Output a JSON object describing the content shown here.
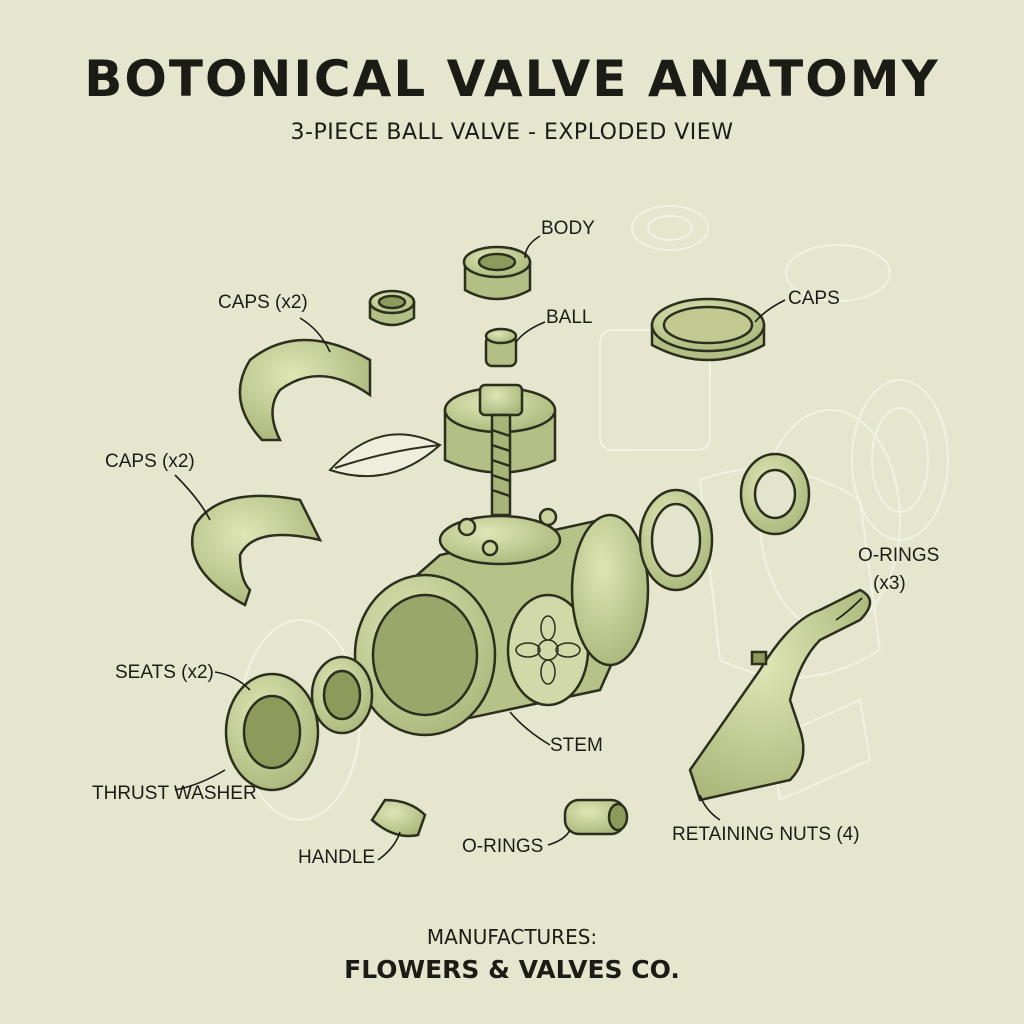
{
  "title": "BOTONICAL VALVE ANATOMY",
  "subtitle": "3-PIECE BALL VALVE - EXPLODED VIEW",
  "labels": {
    "body": "BODY",
    "ball": "BALL",
    "caps_top_left": "CAPS (x2)",
    "caps_mid_left": "CAPS (x2)",
    "caps_right": "CAPS",
    "o_rings_right": "O-RINGS",
    "o_rings_right_count": "(x3)",
    "seats": "SEATS (x2)",
    "thrust_washer": "THRUST WASHER",
    "stem": "STEM",
    "handle": "HANDLE",
    "o_rings_bottom": "O-RINGS",
    "retaining_nuts": "RETAINING NUTS (4)"
  },
  "footer": {
    "line1": "MANUFACTURES:",
    "line2": "FLOWERS & VALVES CO."
  },
  "colors": {
    "background": "#e6e6cf",
    "part_fill": "#c9d29a",
    "part_shade": "#a8b478",
    "outline": "#2c2f1e",
    "ghost": "#f4f4e6"
  }
}
